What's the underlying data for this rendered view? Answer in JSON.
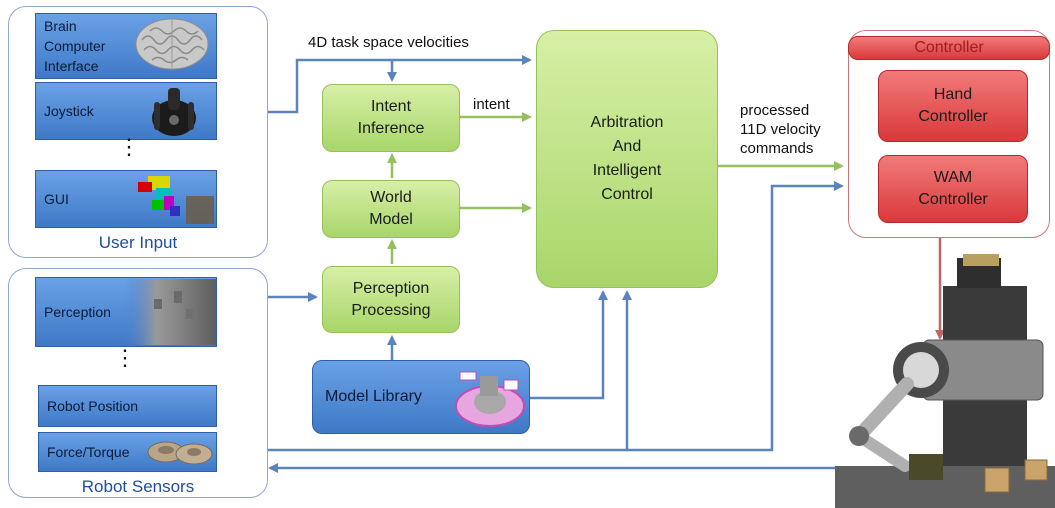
{
  "groups": {
    "user_input": "User Input",
    "robot_sensors": "Robot Sensors",
    "controller": "Controller"
  },
  "user_inputs": {
    "bci": "Brain\nComputer\nInterface",
    "joystick": "Joystick",
    "gui": "GUI",
    "ellipsis": "⋮"
  },
  "sensors": {
    "perception": "Perception",
    "robot_position": "Robot Position",
    "force_torque": "Force/Torque",
    "ellipsis": "⋮"
  },
  "blocks": {
    "intent_inference": "Intent\nInference",
    "world_model": "World\nModel",
    "perception_processing": "Perception\nProcessing",
    "model_library": "Model Library",
    "arbitration": "Arbitration\nAnd\nIntelligent\nControl",
    "hand_controller": "Hand\nController",
    "wam_controller": "WAM\nController"
  },
  "edge_labels": {
    "task_space": "4D task space velocities",
    "intent": "intent",
    "processed": "processed\n11D velocity\ncommands"
  },
  "colors": {
    "line_blue": "#5b84bd",
    "line_green": "#95c060",
    "line_red": "#c06464"
  }
}
